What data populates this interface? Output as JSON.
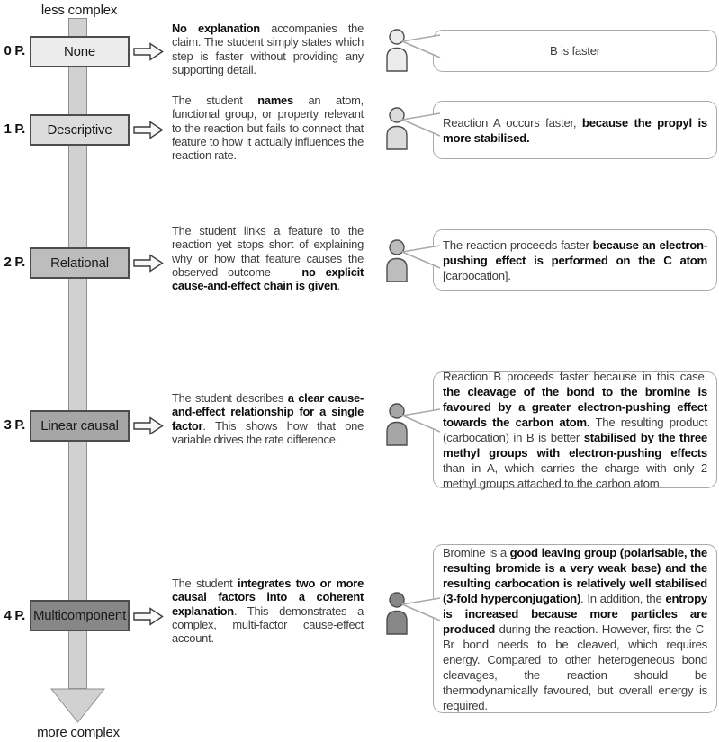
{
  "figure": {
    "top_axis_label": "less complex",
    "bottom_axis_label": "more complex"
  },
  "colors": {
    "axis_bar": "#d1d1d1",
    "box_border": "#4d4d4d",
    "bubble_border": "#a9a9a9",
    "level_fills": [
      "#ececec",
      "#dcdcdc",
      "#bdbdbd",
      "#a6a6a6",
      "#878787"
    ]
  },
  "levels": [
    {
      "points_label": "0 P.",
      "box_label": "None",
      "color": "#ececec",
      "description": [
        {
          "text": "No explanation",
          "bold": true
        },
        {
          "text": " accompanies the claim. The student simply states which step is faster without providing any supporting detail.",
          "bold": false
        }
      ],
      "bubble": [
        {
          "text": "B is faster",
          "bold": false
        }
      ]
    },
    {
      "points_label": "1 P.",
      "box_label": "Descriptive",
      "color": "#dcdcdc",
      "description": [
        {
          "text": "The student ",
          "bold": false
        },
        {
          "text": "names",
          "bold": true
        },
        {
          "text": " an atom, functional group, or property relevant to the reaction but fails to connect that feature to how it actually influences the reaction rate.",
          "bold": false
        }
      ],
      "bubble": [
        {
          "text": "Reaction A occurs faster, ",
          "bold": false
        },
        {
          "text": "because the propyl is more stabilised.",
          "bold": true
        }
      ]
    },
    {
      "points_label": "2 P.",
      "box_label": "Relational",
      "color": "#bdbdbd",
      "description": [
        {
          "text": "The student links a feature to the reaction yet stops short of explaining why or how that feature causes the observed outcome — ",
          "bold": false
        },
        {
          "text": "no explicit cause-and-effect chain is given",
          "bold": true
        },
        {
          "text": ".",
          "bold": false
        }
      ],
      "bubble": [
        {
          "text": "The reaction proceeds faster ",
          "bold": false
        },
        {
          "text": "because an electron-pushing effect is performed on the C atom",
          "bold": true
        },
        {
          "text": " [carbocation].",
          "bold": false
        }
      ]
    },
    {
      "points_label": "3 P.",
      "box_label": "Linear causal",
      "color": "#a6a6a6",
      "description": [
        {
          "text": "The student describes ",
          "bold": false
        },
        {
          "text": "a clear cause-and-effect relationship for a single factor",
          "bold": true
        },
        {
          "text": ". This shows how that one variable drives the rate difference.",
          "bold": false
        }
      ],
      "bubble": [
        {
          "text": "Reaction B proceeds faster because in this case, ",
          "bold": false
        },
        {
          "text": "the cleavage of the bond to the bromine is favoured by a greater electron-pushing effect towards the carbon atom.",
          "bold": true
        },
        {
          "text": " The resulting product (carbocation) in B is better ",
          "bold": false
        },
        {
          "text": "stabilised by the three methyl groups with electron-pushing effects",
          "bold": true
        },
        {
          "text": " than in A, which carries the charge with only 2 methyl groups attached to the carbon atom.",
          "bold": false
        }
      ]
    },
    {
      "points_label": "4 P.",
      "box_label": "Multicomponent",
      "color": "#878787",
      "description": [
        {
          "text": "The student ",
          "bold": false
        },
        {
          "text": "integrates two or more causal factors into a coherent explanation",
          "bold": true
        },
        {
          "text": ". This demonstrates a complex, multi-factor cause-effect account.",
          "bold": false
        }
      ],
      "bubble": [
        {
          "text": "Bromine is a ",
          "bold": false
        },
        {
          "text": "good leaving group (polarisable, the resulting bromide is a very weak base) and the resulting carbocation is relatively well stabilised (3-fold hyperconjugation)",
          "bold": true
        },
        {
          "text": ". In addition, the ",
          "bold": false
        },
        {
          "text": "entropy is increased because more particles are produced",
          "bold": true
        },
        {
          "text": " during the reaction. However, first the C-Br bond needs to be cleaved, which requires energy. Compared to other heterogeneous bond cleavages, the reaction should be thermodynamically favoured, but overall energy is required.",
          "bold": false
        }
      ]
    }
  ]
}
